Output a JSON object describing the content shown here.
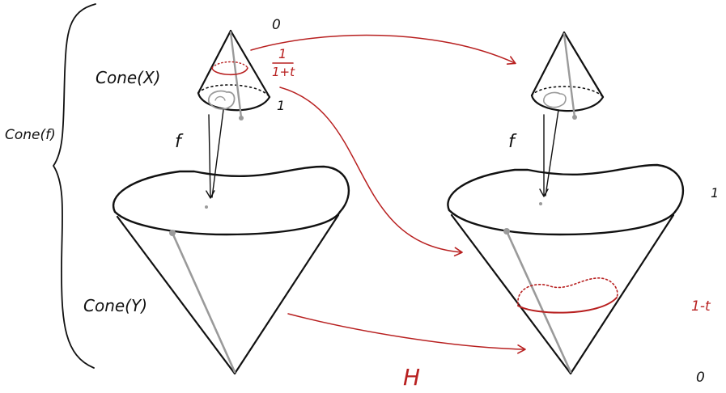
{
  "labels": {
    "cone_phi": "Cone(f)",
    "cone_x": "Cone(X)",
    "cone_y": "Cone(Y)",
    "map_f_left": "f",
    "map_f_right": "f",
    "homotopy": "H",
    "coord_top_zero": "0",
    "coord_one_upper": "1",
    "coord_one_right": "1",
    "coord_one_minus_t": "1-t",
    "coord_bottom_zero": "0",
    "fraction_num": "1",
    "fraction_den": "1+t"
  },
  "colors": {
    "ink": "#111111",
    "gray_line": "#9a9a9a",
    "red": "#b82020",
    "background": "#ffffff"
  }
}
